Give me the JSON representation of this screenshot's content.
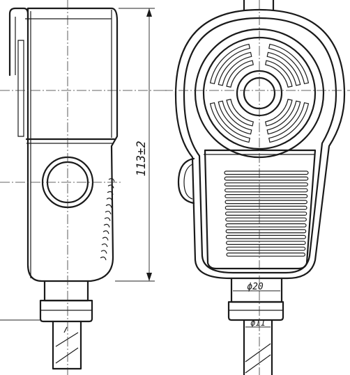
{
  "dimensions": {
    "height_label": "113±2",
    "collar_diameter_label": "ϕ20",
    "cable_diameter_label": "ϕ11"
  },
  "colors": {
    "ink": "#1a1a1a",
    "paper": "#ffffff"
  }
}
